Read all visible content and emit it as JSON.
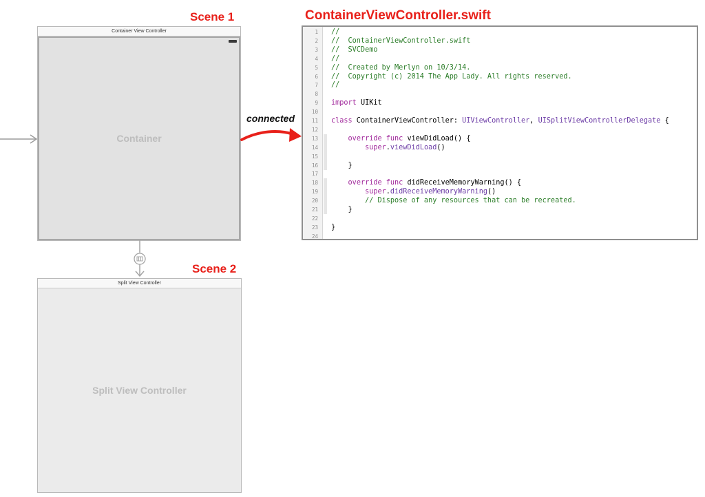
{
  "scene1": {
    "heading": "Scene 1",
    "title": "Container View Controller",
    "label": "Container"
  },
  "scene2": {
    "heading": "Scene 2",
    "title": "Split View Controller",
    "label": "Split View Controller"
  },
  "connection_label": "connected",
  "file_heading": "ContainerViewController.swift",
  "colors": {
    "heading_red": "#e8201a",
    "arrow_red": "#e8201a",
    "comment_green": "#2b7d28",
    "keyword_purple": "#a0279b"
  },
  "icons": {
    "segue": "segue-embed-icon",
    "entry": "entry-point-arrow-icon"
  },
  "code": {
    "lines": [
      {
        "n": "1",
        "parts": [
          {
            "t": "//",
            "c": "comment"
          }
        ]
      },
      {
        "n": "2",
        "parts": [
          {
            "t": "//  ContainerViewController.swift",
            "c": "comment"
          }
        ]
      },
      {
        "n": "3",
        "parts": [
          {
            "t": "//  SVCDemo",
            "c": "comment"
          }
        ]
      },
      {
        "n": "4",
        "parts": [
          {
            "t": "//",
            "c": "comment"
          }
        ]
      },
      {
        "n": "5",
        "parts": [
          {
            "t": "//  Created by Merlyn on 10/3/14.",
            "c": "comment"
          }
        ]
      },
      {
        "n": "6",
        "parts": [
          {
            "t": "//  Copyright (c) 2014 The App Lady. All rights reserved.",
            "c": "comment"
          }
        ]
      },
      {
        "n": "7",
        "parts": [
          {
            "t": "//",
            "c": "comment"
          }
        ]
      },
      {
        "n": "8",
        "parts": []
      },
      {
        "n": "9",
        "parts": [
          {
            "t": "import",
            "c": "kw"
          },
          {
            "t": " UIKit",
            "c": "plain"
          }
        ]
      },
      {
        "n": "10",
        "parts": []
      },
      {
        "n": "11",
        "parts": [
          {
            "t": "class",
            "c": "kw"
          },
          {
            "t": " ContainerViewController: ",
            "c": "plain"
          },
          {
            "t": "UIViewController",
            "c": "type"
          },
          {
            "t": ", ",
            "c": "plain"
          },
          {
            "t": "UISplitViewControllerDelegate",
            "c": "type"
          },
          {
            "t": " {",
            "c": "plain"
          }
        ]
      },
      {
        "n": "12",
        "parts": []
      },
      {
        "n": "13",
        "parts": [
          {
            "t": "    ",
            "c": "plain"
          },
          {
            "t": "override",
            "c": "kw"
          },
          {
            "t": " ",
            "c": "plain"
          },
          {
            "t": "func",
            "c": "kw"
          },
          {
            "t": " viewDidLoad() {",
            "c": "plain"
          }
        ]
      },
      {
        "n": "14",
        "parts": [
          {
            "t": "        ",
            "c": "plain"
          },
          {
            "t": "super",
            "c": "kw"
          },
          {
            "t": ".",
            "c": "plain"
          },
          {
            "t": "viewDidLoad",
            "c": "type"
          },
          {
            "t": "()",
            "c": "plain"
          }
        ]
      },
      {
        "n": "15",
        "parts": []
      },
      {
        "n": "16",
        "parts": [
          {
            "t": "    }",
            "c": "plain"
          }
        ]
      },
      {
        "n": "17",
        "parts": []
      },
      {
        "n": "18",
        "parts": [
          {
            "t": "    ",
            "c": "plain"
          },
          {
            "t": "override",
            "c": "kw"
          },
          {
            "t": " ",
            "c": "plain"
          },
          {
            "t": "func",
            "c": "kw"
          },
          {
            "t": " didReceiveMemoryWarning() {",
            "c": "plain"
          }
        ]
      },
      {
        "n": "19",
        "parts": [
          {
            "t": "        ",
            "c": "plain"
          },
          {
            "t": "super",
            "c": "kw"
          },
          {
            "t": ".",
            "c": "plain"
          },
          {
            "t": "didReceiveMemoryWarning",
            "c": "type"
          },
          {
            "t": "()",
            "c": "plain"
          }
        ]
      },
      {
        "n": "20",
        "parts": [
          {
            "t": "        // Dispose of any resources that can be recreated.",
            "c": "comment"
          }
        ]
      },
      {
        "n": "21",
        "parts": [
          {
            "t": "    }",
            "c": "plain"
          }
        ]
      },
      {
        "n": "22",
        "parts": []
      },
      {
        "n": "23",
        "parts": [
          {
            "t": "}",
            "c": "plain"
          }
        ]
      },
      {
        "n": "24",
        "parts": []
      }
    ],
    "fold_lines": [
      "13",
      "14",
      "15",
      "16",
      "18",
      "19",
      "20",
      "21"
    ]
  }
}
